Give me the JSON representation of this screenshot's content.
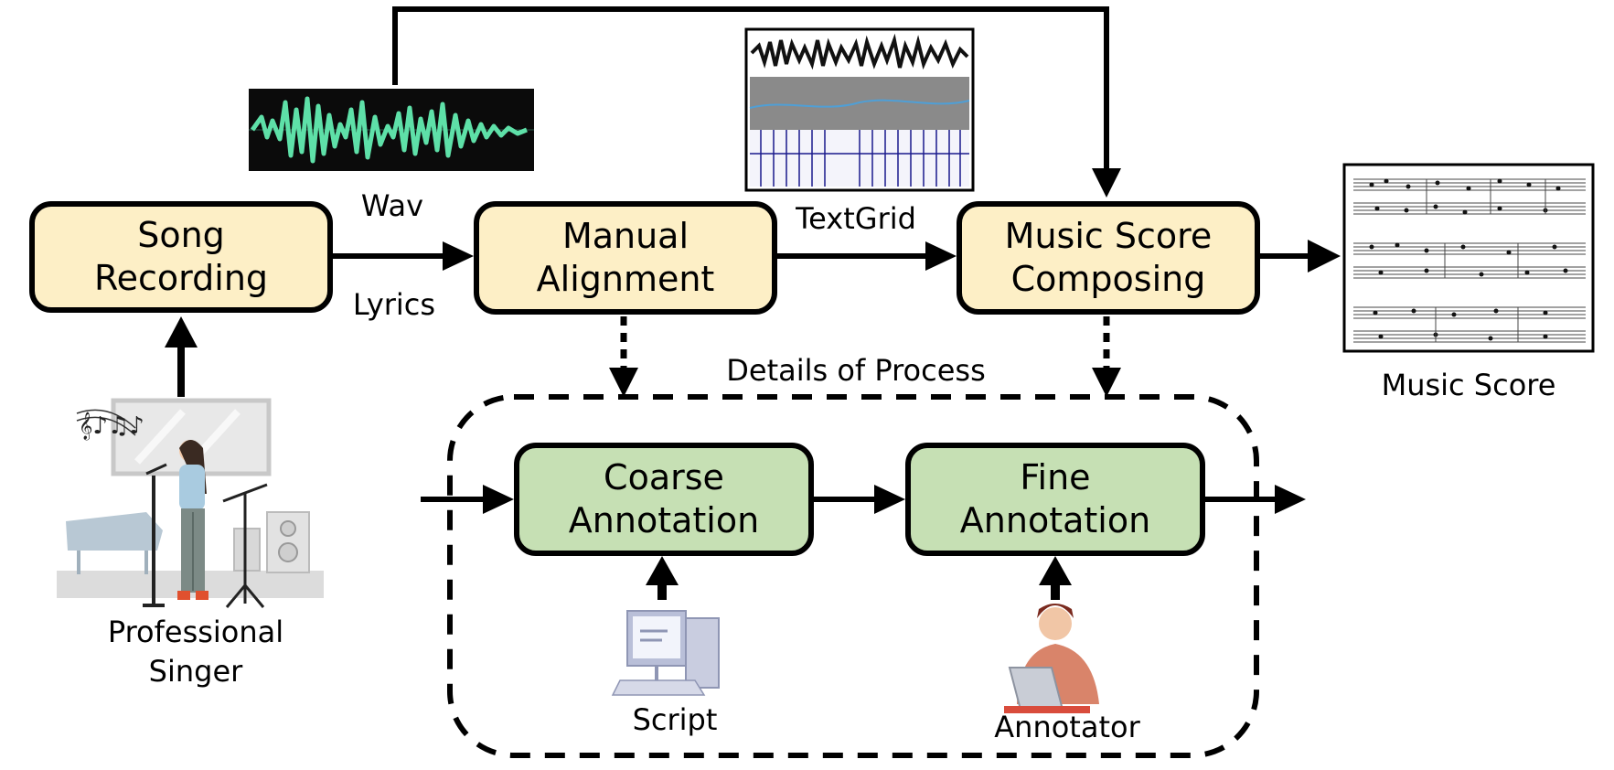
{
  "nodes": {
    "song_recording": "Song\nRecording",
    "manual_alignment": "Manual\nAlignment",
    "music_score_composing": "Music Score\nComposing",
    "coarse_annotation": "Coarse\nAnnotation",
    "fine_annotation": "Fine\nAnnotation"
  },
  "labels": {
    "wav": "Wav",
    "lyrics": "Lyrics",
    "textgrid": "TextGrid",
    "music_score": "Music Score",
    "details_of_process": "Details of Process",
    "professional_singer": "Professional\nSinger",
    "script": "Script",
    "annotator": "Annotator"
  },
  "icons": {
    "waveform": "waveform-image",
    "textgrid_view": "spectrogram-textgrid-image",
    "score_sheet": "music-score-sheet-image",
    "singer": "singer-in-studio-illustration",
    "computer": "desktop-computer-icon",
    "annotator": "person-with-laptop-icon"
  },
  "colors": {
    "stage_box": "#fdefc6",
    "annotation_box": "#c6e0b4",
    "waveform": "#5ee0a8",
    "stroke": "#000000"
  }
}
